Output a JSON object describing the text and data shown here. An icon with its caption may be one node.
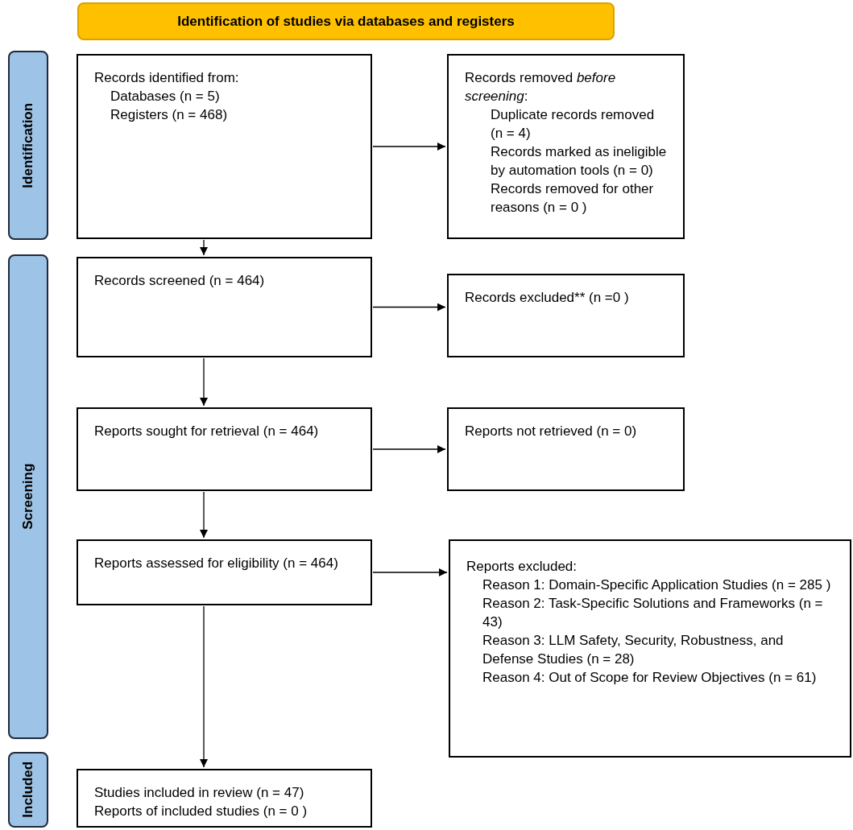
{
  "diagram": {
    "nodes": [
      {
        "text": [
          "Identification of studies via databases and registers"
        ]
      },
      {
        "text": [
          "Identification"
        ]
      },
      {
        "text": [
          "Records identified from:",
          "Databases (n = 5)",
          "Registers (n = 468)"
        ]
      },
      {
        "text": [
          "Records removed *before screening*:",
          "Duplicate records removed (n = 4)",
          "Records marked as ineligible by automation tools (n = 0)",
          "Records removed for other reasons (n = 0 )"
        ]
      },
      {
        "text": [
          "Screening"
        ]
      },
      {
        "text": [
          "Records screened (n = 464)"
        ]
      },
      {
        "text": [
          "Records excluded** (n =0 )"
        ]
      },
      {
        "text": [
          "Reports sought for retrieval (n = 464)"
        ]
      },
      {
        "text": [
          "Reports not retrieved (n = 0)"
        ]
      },
      {
        "text": [
          "Reports assessed for eligibility (n = 464)"
        ]
      },
      {
        "text": [
          "Reports excluded:",
          "Reason 1: Domain-Specific Application Studies (n = 285 )",
          "Reason 2: Task-Specific Solutions and Frameworks (n =  43)",
          "Reason 3: LLM Safety, Security, Robustness, and Defense Studies (n = 28)",
          "Reason 4: Out of Scope for Review Objectives (n = 61)"
        ]
      },
      {
        "text": [
          "Included"
        ]
      },
      {
        "text": [
          "Studies included in review (n = 47)",
          "Reports of included studies (n = 0 )"
        ]
      }
    ],
    "edges": [
      {
        "from": 2,
        "to": 3,
        "arrow": "to"
      },
      {
        "from": 2,
        "to": 5,
        "arrow": "to"
      },
      {
        "from": 5,
        "to": 6,
        "arrow": "to"
      },
      {
        "from": 5,
        "to": 7,
        "arrow": "to"
      },
      {
        "from": 7,
        "to": 8,
        "arrow": "to"
      },
      {
        "from": 7,
        "to": 9,
        "arrow": "to"
      },
      {
        "from": 9,
        "to": 10,
        "arrow": "to"
      },
      {
        "from": 9,
        "to": 12,
        "arrow": "to"
      }
    ]
  }
}
